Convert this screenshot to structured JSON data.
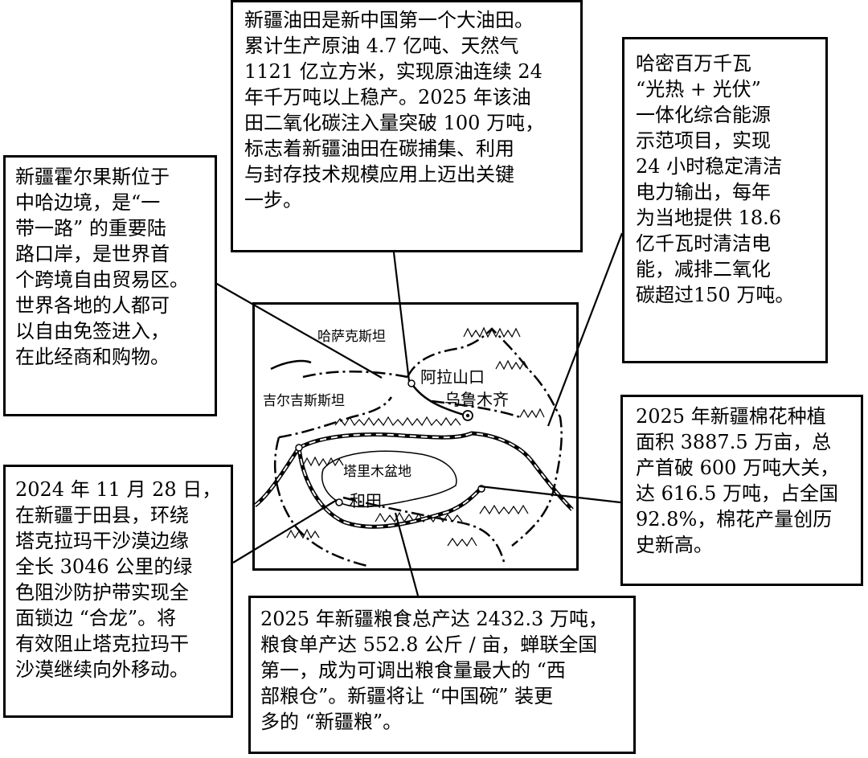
{
  "boxes": {
    "oilfield": "新疆油田是新中国第一个大油田。\n累计生产原油 4.7 亿吨、天然气\n1121 亿立方米，实现原油连续 24\n年千万吨以上稳产。2025 年该油\n田二氧化碳注入量突破 100 万吨，\n标志着新疆油田在碳捕集、利用\n与封存技术规模应用上迈出关键\n一步。",
    "hami": "哈密百万千瓦\n“光热 + 光伏”\n一体化综合能源\n示范项目，实现\n24 小时稳定清洁\n电力输出，每年\n为当地提供 18.6\n亿千瓦时清洁电\n能，减排二氧化\n碳超过150 万吨。",
    "khorgos": "新疆霍尔果斯位于\n中哈边境，是“一\n带一路” 的重要陆\n路口岸，是世界首\n个跨境自由贸易区。\n世界各地的人都可\n以自由免签进入，\n在此经商和购物。",
    "cotton": "2025 年新疆棉花种植\n面积 3887.5 万亩，总\n产首破 600 万吨大关，\n达 616.5 万吨，占全国\n92.8%，棉花产量创历\n史新高。",
    "sand": "2024 年 11 月 28 日，\n在新疆于田县，环绕\n塔克拉玛干沙漠边缘\n全长 3046 公里的绿\n色阻沙防护带实现全\n面锁边 “合龙”。将\n有效阻止塔克拉玛干\n沙漠继续向外移动。",
    "grain": "2025 年新疆粮食总产达 2432.3 万吨，\n粮食单产达 552.8 公斤 / 亩，蝉联全国\n第一，成为可调出粮食量最大的 “西\n部粮仓”。新疆将让 “中国碗” 装更\n多的 “新疆粮”。"
  },
  "map": {
    "kazakhstan": "哈萨克斯坦",
    "kyrgyzstan": "吉尔吉斯斯坦",
    "alashankou": "阿拉山口",
    "urumqi": "乌鲁木齐",
    "tarim": "塔里木盆地",
    "hotan": "和田"
  }
}
